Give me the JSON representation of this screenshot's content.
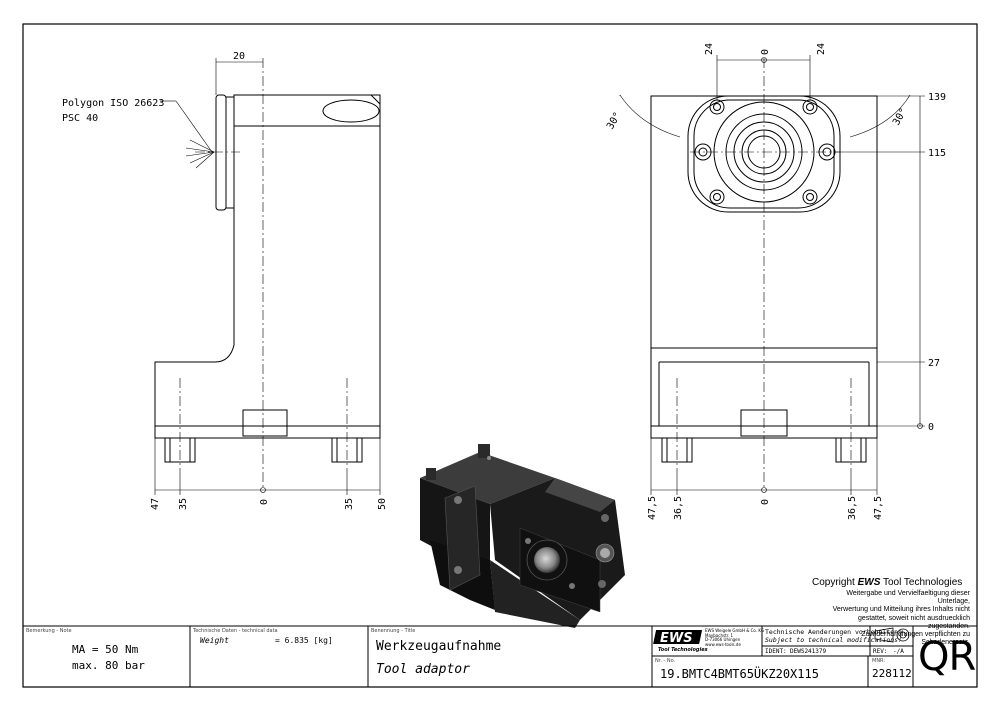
{
  "callout": {
    "line1": "Polygon ISO 26623",
    "line2": "PSC 40"
  },
  "dims_left": {
    "top": "20",
    "b47": "47",
    "b35a": "35",
    "b0": "0",
    "b35b": "35",
    "b50": "50"
  },
  "dims_right": {
    "top_l": "24",
    "top_c": "0",
    "top_r": "24",
    "v139": "139",
    "v115": "115",
    "v27": "27",
    "v0": "0",
    "ang_l": "30°",
    "ang_r": "30°",
    "b475a": "47,5",
    "b365a": "36,5",
    "b0": "0",
    "b365b": "36,5",
    "b475b": "47,5"
  },
  "copyright": {
    "title_prefix": "Copyright",
    "title_brand": "EWS",
    "title_rest": "Tool Technologies",
    "lines": [
      "Weitergabe und Vervielfaeltigung dieser Unterlage,",
      "Verwertung und Mitteilung ihres Inhalts nicht",
      "gestattet, soweit nicht ausdruecklich zugestanden.",
      "Zuwiderhandlungen verpflichten zu Schadenersatz."
    ]
  },
  "title_block": {
    "remark_label": "Bemerkung - Note",
    "remark_1": "MA = 50 Nm",
    "remark_2": "max. 80 bar",
    "tech_label": "Technische Daten - technical data",
    "weight_label": "Weight",
    "weight_value": "=   6.835 [kg]",
    "name_label": "Benennung - Title",
    "name_de": "Werkzeugaufnahme",
    "name_en": "Tool adaptor",
    "logo": "EWS",
    "logo_sub": "Tool Technologies",
    "company_lines": [
      "EWS Weigele GmbH & Co. KG",
      "Maybachstr. 1",
      "D-73066 Uhingen",
      "www.ews-tools.de"
    ],
    "notice_de": "Technische Aenderungen vorbehalten!",
    "notice_en": "Subject to technical modifications!",
    "ident_label": "IDENT:",
    "ident_value": "DEWS241379",
    "rev_label": "REV:",
    "rev_value": "-/A",
    "nr_label": "Nr. - No.",
    "part_number": "19.BMTC4BMT65ÜKZ20X115",
    "mnr_label": "MNR:",
    "mnr_value": "228112",
    "qr": "QR"
  }
}
